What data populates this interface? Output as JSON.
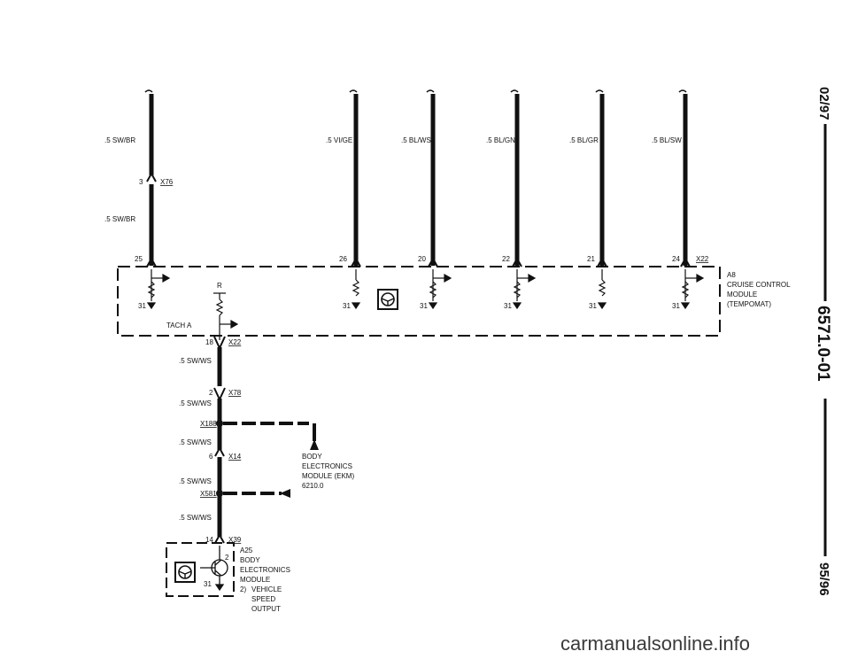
{
  "side": {
    "date_top": "02/97",
    "doc_number": "6571.0-01",
    "model_years": "95/96"
  },
  "top_wires": [
    {
      "color": ".5 SW/BR"
    },
    {
      "color": ".5 VI/GE"
    },
    {
      "color": ".5 BL/WS"
    },
    {
      "color": ".5 BL/GN"
    },
    {
      "color": ".5 BL/GR"
    },
    {
      "color": ".5 BL/SW"
    }
  ],
  "x76_top": {
    "pin": "3",
    "connector": "X76",
    "wire_below": ".5 SW/BR"
  },
  "a8_pins": [
    "25",
    "26",
    "20",
    "22",
    "21",
    "24"
  ],
  "a8_connector": "X22",
  "a8_module": {
    "id": "A8",
    "name_line1": "CRUISE CONTROL",
    "name_line2": "MODULE",
    "name_line3": "(TEMPOMAT)",
    "ground_label": "31",
    "r_label": "R",
    "tach_label": "TACH A"
  },
  "lower_chain": {
    "pin_18": "18",
    "conn_x22": "X22",
    "wire_1": ".5 SW/WS",
    "pin_2": "2",
    "conn_x78": "X78",
    "wire_2": ".5 SW/WS",
    "splice_1": "X188",
    "wire_3": ".5 SW/WS",
    "pin_6": "6",
    "conn_x14": "X14",
    "wire_4": ".5 SW/WS",
    "splice_2": "X581",
    "wire_5": ".5 SW/WS",
    "pin_14": "14",
    "conn_x39": "X39"
  },
  "ekm": {
    "line1": "BODY",
    "line2": "ELECTRONICS",
    "line3": "MODULE (EKM)",
    "line4": "6210.0"
  },
  "a25": {
    "id": "A25",
    "line1": "BODY",
    "line2": "ELECTRONICS",
    "line3": "MODULE",
    "note_num": "2)",
    "note_line1": "VEHICLE",
    "note_line2": "SPEED",
    "note_line3": "OUTPUT",
    "pin_2": "2",
    "ground": "31"
  },
  "watermark": "carmanualsonline.info"
}
